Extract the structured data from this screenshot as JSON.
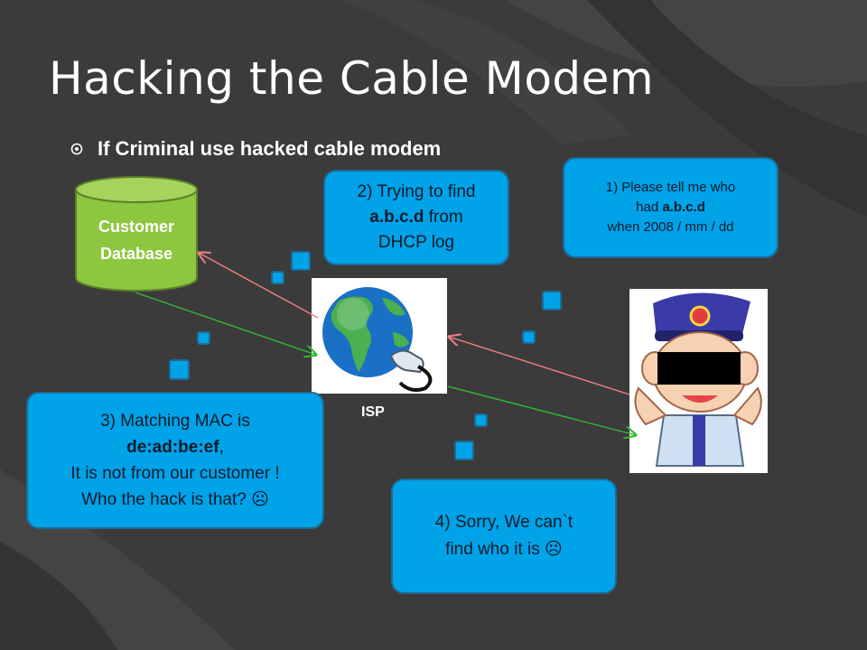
{
  "slide": {
    "title": "Hacking the Cable Modem",
    "bullet": "If Criminal use hacked cable modem"
  },
  "database": {
    "line1": "Customer",
    "line2": "Database",
    "color": "#8dc63f"
  },
  "isp": {
    "label": "ISP"
  },
  "callouts": {
    "c1": {
      "line1": "1) Please tell me who",
      "line2_pre": "had ",
      "line2_bold": "a.b.c.d",
      "line3": "when 2008 / mm / dd"
    },
    "c2": {
      "line1": "2) Trying to find",
      "line2_bold": "a.b.c.d",
      "line2_post": " from",
      "line3": "DHCP log"
    },
    "c3": {
      "line1": "3) Matching MAC is",
      "line2_bold": "de:ad:be:ef",
      "line2_post": ",",
      "line3": "It is not from our customer !",
      "line4": "Who the hack is that? ☹"
    },
    "c4": {
      "line1": "4) Sorry, We can`t",
      "line2": "find who it is ☹"
    }
  },
  "colors": {
    "callout_fill": "#00a2e8",
    "callout_border": "#1d6a95",
    "arrow_red": "#f08080",
    "arrow_green": "#33b833"
  }
}
